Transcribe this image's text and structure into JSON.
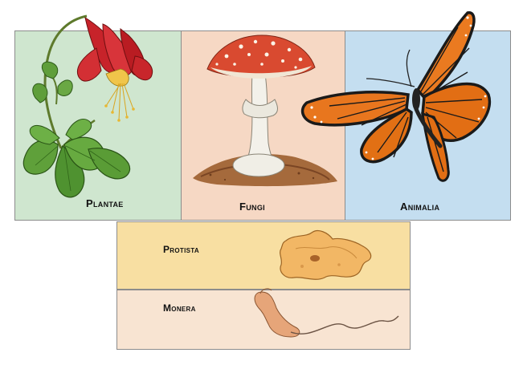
{
  "kingdoms": {
    "plantae": "Plantae",
    "fungi": "Fungi",
    "animalia": "Animalia",
    "protista": "Protista",
    "monera": "Monera"
  },
  "colors": {
    "plantae_bg": "#cfe6cf",
    "fungi_bg": "#f6d8c4",
    "animalia_bg": "#c4def0",
    "protista_bg": "#f8dfa2",
    "monera_bg": "#f8e4d2"
  },
  "icons": [
    "columbine-flower-icon",
    "mushroom-icon",
    "monarch-butterfly-icon",
    "amoeba-icon",
    "bacterium-icon"
  ]
}
